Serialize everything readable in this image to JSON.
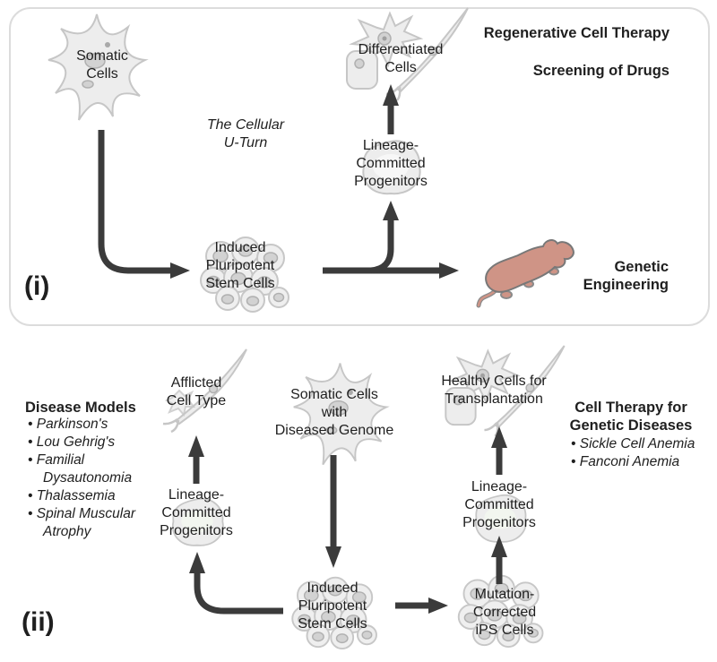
{
  "colors": {
    "panel_ii_background": "#e4eede",
    "panel_border": "#dcdcdc",
    "arrow": "#3b3b3b",
    "text": "#1f1f1f",
    "cell_fill": "#ededed",
    "cell_stroke": "#c6c6c6",
    "mouse_fill": "#cf9486"
  },
  "panel_i": {
    "label": "(i)",
    "somatic_cells": "Somatic\nCells",
    "cellular_u_turn": "The Cellular\nU-Turn",
    "differentiated_cells": "Differentiated\nCells",
    "regenerative": "Regenerative Cell Therapy",
    "screening": "Screening of Drugs",
    "lineage_committed": "Lineage-\nCommitted\nProgenitors",
    "ips_cells": "Induced\nPluripotent\nStem Cells",
    "genetic_engineering": "Genetic\nEngineering"
  },
  "panel_ii": {
    "label": "(ii)",
    "disease_models": {
      "title": "Disease Models",
      "items": [
        "Parkinson's",
        "Lou Gehrig's",
        "Familial Dysautonomia",
        "Thalassemia",
        "Spinal Muscular Atrophy"
      ]
    },
    "afflicted_cell_type": "Afflicted\nCell Type",
    "somatic_diseased": "Somatic Cells\nwith\nDiseased Genome",
    "healthy_cells": "Healthy Cells for\nTransplantation",
    "cell_therapy": {
      "title": "Cell Therapy for\nGenetic Diseases",
      "items": [
        "Sickle Cell Anemia",
        "Fanconi Anemia"
      ]
    },
    "lineage_committed_left": "Lineage-\nCommitted\nProgenitors",
    "lineage_committed_right": "Lineage-\nCommitted\nProgenitors",
    "ips_cells": "Induced\nPluripotent\nStem Cells",
    "mutation_corrected": "Mutation-\nCorrected\niPS Cells"
  }
}
